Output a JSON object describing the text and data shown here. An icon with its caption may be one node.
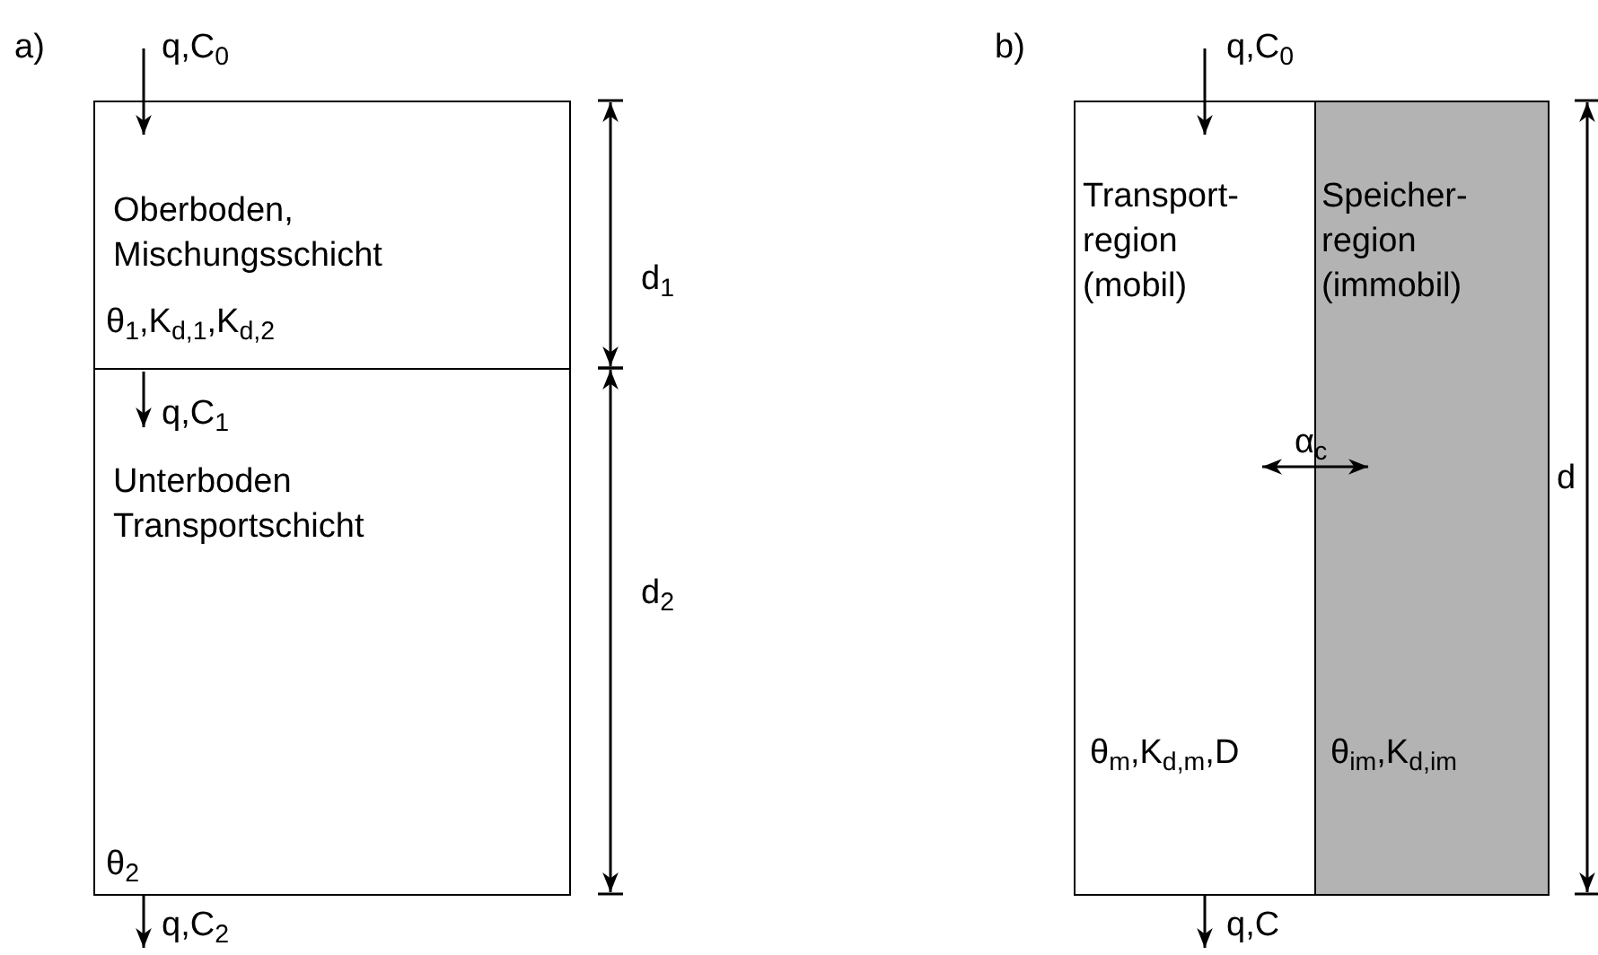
{
  "diagram": {
    "nodes": [
      {
        "text": [
          "Oberboden, Mischungsschicht",
          "θ$_{1}$,K$_{d,1}$,K$_{d,2}$"
        ]
      },
      {
        "text": [
          "Unterboden Transportschicht",
          "θ$_{2}$"
        ]
      },
      {
        "text": [
          "Transport-region (mobil)",
          "θ$_{m}$,K$_{d,m}$,D"
        ]
      },
      {
        "text": [
          "Speicher-region (immobil)",
          "θ$_{im}$,K$_{d,im}$"
        ]
      }
    ],
    "edges": [
      {
        "from": null,
        "to": 0,
        "arrow": "to",
        "label": "q,C$_{0}$"
      },
      {
        "from": 0,
        "to": 1,
        "arrow": "to",
        "label": "q,C$_{1}$"
      },
      {
        "from": 1,
        "to": null,
        "arrow": "to",
        "label": "q,C$_{2}$"
      },
      {
        "from": null,
        "to": 2,
        "arrow": "to",
        "label": "q,C$_{0}$"
      },
      {
        "from": 2,
        "to": 3,
        "arrow": "both",
        "label": "α$_{c}$"
      },
      {
        "from": 2,
        "to": null,
        "arrow": "to",
        "label": "q,C"
      }
    ],
    "labels": [
      "a)",
      "b)",
      "d$_{1}$",
      "d$_{2}$",
      "d"
    ]
  }
}
